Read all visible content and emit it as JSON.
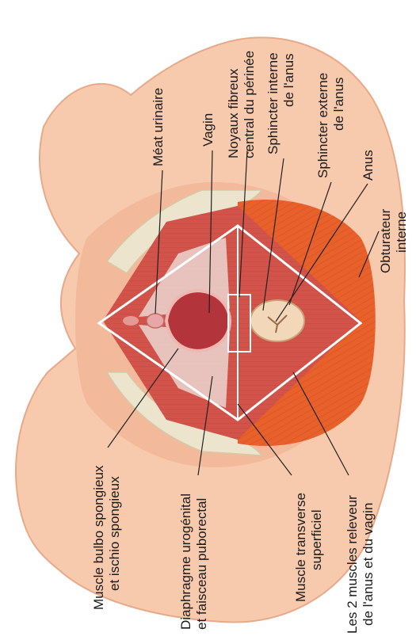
{
  "labels": {
    "meat": "Méat urinaire",
    "vagin": "Vagin",
    "noyaux_1": "Noyaux fibreux",
    "noyaux_2": "central du périnée",
    "sph_int_1": "Sphincter interne",
    "sph_int_2": "de l'anus",
    "sph_ext_1": "Sphincter externe",
    "sph_ext_2": "de l'anus",
    "anus": "Anus",
    "obturateur_1": "Obturateur",
    "obturateur_2": "interne",
    "bulbo_1": "Muscle bulbo spongieux",
    "bulbo_2": "et ischio spongieux",
    "diaphragme_1": "Diaphragme urogénital",
    "diaphragme_2": "et faisceau puborectal",
    "transverse_1": "Muscle transverse",
    "transverse_2": "superficiel",
    "releveur_1": "Les 2 muscles releveur",
    "releveur_2": "de l'anus et du vagin"
  },
  "colors": {
    "skin": "#f7c9ad",
    "skin_edge": "#e8a98a",
    "bone": "#ece4cc",
    "muscle_red": "#d2534a",
    "muscle_orange": "#e8602a",
    "membrane": "#ecd6d0",
    "vagina": "#b3343a",
    "anus_ring": "#f2d7b8",
    "outline": "#ffffff"
  }
}
